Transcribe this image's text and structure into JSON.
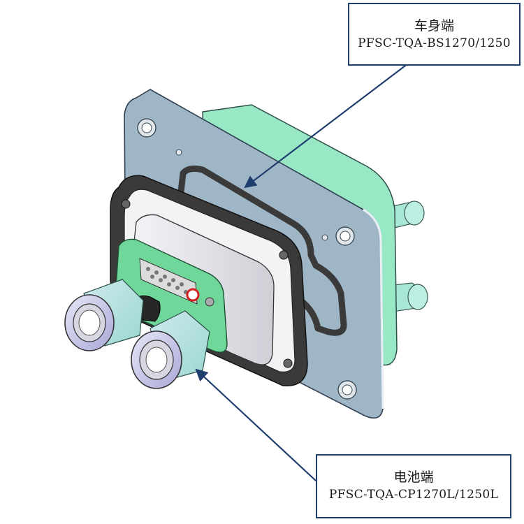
{
  "callouts": {
    "vehicle_side": {
      "name": "车身端",
      "part_number": "PFSC-TQA-BS1270/1250"
    },
    "battery_side": {
      "name": "电池端",
      "part_number": "PFSC-TQA-CP1270L/1250L"
    }
  },
  "colors": {
    "flange_plate": "#9fb6c7",
    "rear_housing": "#98e8c6",
    "gasket": "#3a3a3a",
    "header_plate": "#6fd79a",
    "connector_body": "#e8e8ee",
    "nut": "#c9c8ea",
    "arrow": "#1f3e6e",
    "callout_border": "#1f3e6e",
    "pin_marker": "#d42020"
  },
  "icons": {
    "connector_illustration": "connector-assembly-icon",
    "arrow": "arrow-icon"
  }
}
